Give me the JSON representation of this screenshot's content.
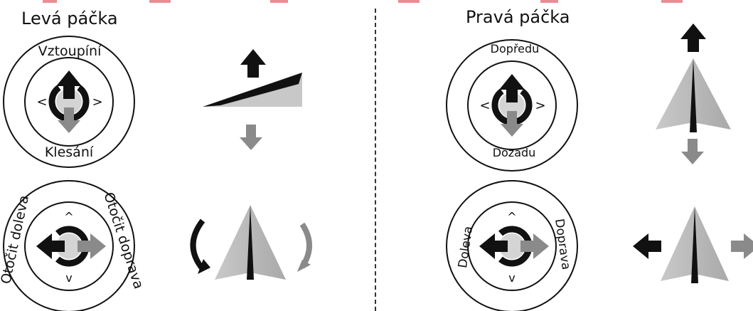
{
  "left": {
    "title": "Levá páčka",
    "stick_top": {
      "label_top": "Vztoupíní",
      "label_bottom": "Klesání"
    },
    "stick_bottom": {
      "label_left": "Otočit doleva",
      "label_right": "Otočit doprava"
    }
  },
  "right": {
    "title": "Pravá páčka",
    "stick_top": {
      "label_top": "Dopředu",
      "label_bottom": "Dozadu"
    },
    "stick_bottom": {
      "label_left": "Doleva",
      "label_right": "Doprava"
    }
  },
  "colors": {
    "ink": "#111111",
    "gray_arrow": "#8a8a8a",
    "light_gray": "#d4d4d4",
    "plane": "#b8b8b8",
    "top_banner": "#d9303d"
  }
}
